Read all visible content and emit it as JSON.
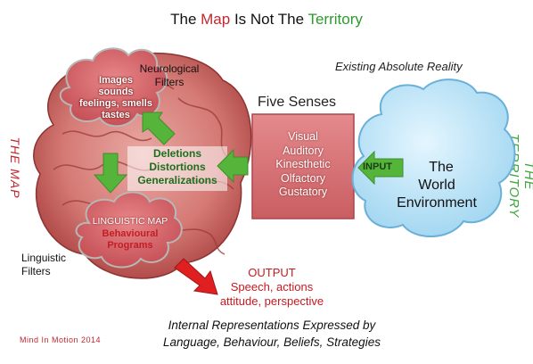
{
  "title": {
    "prefix": "The ",
    "map_word": "Map",
    "middle": " Is Not The ",
    "territory_word": "Territory"
  },
  "side_labels": {
    "left": "THE MAP",
    "right": "THE TERRITORY"
  },
  "labels": {
    "neurological_filters": [
      "Neurological",
      "Filters"
    ],
    "linguistic_filters": [
      "Linguistic",
      "Filters"
    ],
    "existing_reality": "Existing Absolute Reality",
    "five_senses": "Five Senses"
  },
  "thought_cloud": [
    "Images",
    "sounds",
    "feelings, smells",
    "tastes"
  ],
  "filters": [
    "Deletions",
    "Distortions",
    "Generalizations"
  ],
  "linguistic_map": {
    "title": "LINGUISTIC MAP",
    "lines": [
      "Behavioural",
      "Programs"
    ]
  },
  "senses": [
    "Visual",
    "Auditory",
    "Kinesthetic",
    "Olfactory",
    "Gustatory"
  ],
  "input_label": "INPUT",
  "world": [
    "The",
    "World",
    "Environment"
  ],
  "output": {
    "title": "OUTPUT",
    "lines": [
      "Speech, actions",
      "attitude, perspective"
    ]
  },
  "internal": [
    "Internal Representations Expressed by",
    "Language, Behaviour, Beliefs, Strategies"
  ],
  "credit": "Mind In Motion 2014",
  "colors": {
    "map_red": "#c0282f",
    "territory_green": "#2e9a2e",
    "arrow_green": "#55b43a",
    "sky_blue": "#bfe6f7",
    "box_red": "#d9777a"
  }
}
